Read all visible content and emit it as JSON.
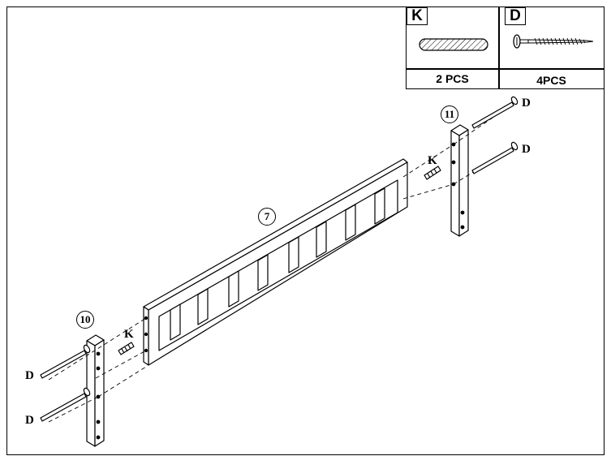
{
  "parts": [
    {
      "letter": "K",
      "icon": "dowel-icon",
      "quantity": "2 PCS"
    },
    {
      "letter": "D",
      "icon": "screw-icon",
      "quantity": "4PCS"
    }
  ],
  "part_numbers": {
    "rail": "7",
    "left_post": "10",
    "right_post": "11"
  },
  "hardware_labels": {
    "dowel": "K",
    "screw": "D"
  }
}
